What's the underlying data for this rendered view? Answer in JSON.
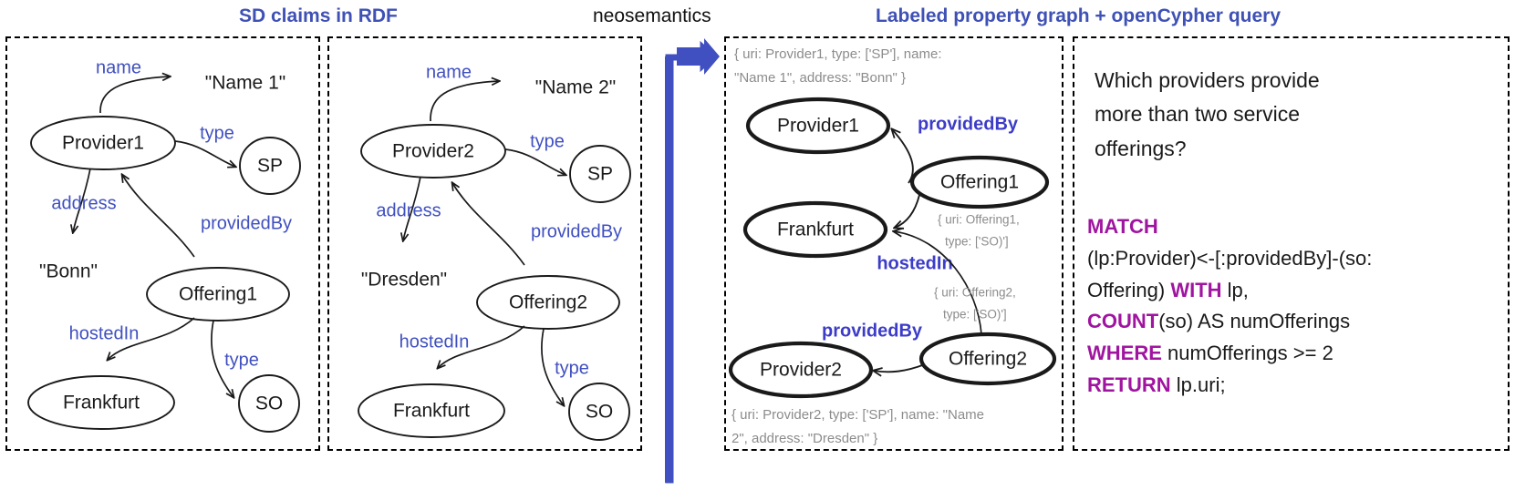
{
  "titles": {
    "left": "SD claims in RDF",
    "middle": "neosemantics",
    "right": "Labeled property graph + openCypher query"
  },
  "colors": {
    "title_blue": "#3f51b5",
    "edge_label_blue": "#4050c0",
    "keyword_purple": "#a015a0",
    "property_grey": "#8c8c8c",
    "arrow_blue": "#4050c0"
  },
  "rdf_panel_1": {
    "nodes": {
      "provider": "Provider1",
      "name_literal": "\"Name 1\"",
      "type_class": "SP",
      "address_literal": "\"Bonn\"",
      "offering": "Offering1",
      "city": "Frankfurt",
      "offering_class": "SO"
    },
    "edges": {
      "name": "name",
      "type": "type",
      "address": "address",
      "providedBy": "providedBy",
      "hostedIn": "hostedIn",
      "offering_type": "type"
    }
  },
  "rdf_panel_2": {
    "nodes": {
      "provider": "Provider2",
      "name_literal": "\"Name 2\"",
      "type_class": "SP",
      "address_literal": "\"Dresden\"",
      "offering": "Offering2",
      "city": "Frankfurt",
      "offering_class": "SO"
    },
    "edges": {
      "name": "name",
      "type": "type",
      "address": "address",
      "providedBy": "providedBy",
      "hostedIn": "hostedIn",
      "offering_type": "type"
    }
  },
  "lpg_panel": {
    "nodes": {
      "provider1": "Provider1",
      "offering1": "Offering1",
      "frankfurt": "Frankfurt",
      "provider2": "Provider2",
      "offering2": "Offering2"
    },
    "relationships": {
      "providedBy_1": "providedBy",
      "hostedIn": "hostedIn",
      "providedBy_2": "providedBy"
    },
    "properties": {
      "provider1_line1": "{ uri: Provider1, type: ['SP'], name:",
      "provider1_line2": "\"Name 1\", address: \"Bonn\" }",
      "offering1_line1": "{ uri: Offering1,",
      "offering1_line2": "type: ['SO)']",
      "offering2_line1": "{ uri: Offering2,",
      "offering2_line2": "type: ['SO)']",
      "provider2_line1": "{ uri: Provider2, type: ['SP'], name: \"Name",
      "provider2_line2": "2\", address: \"Dresden\" }"
    }
  },
  "query_panel": {
    "question": "Which providers provide more than two service offerings?",
    "query_lines": [
      {
        "keyword": "MATCH",
        "rest": ""
      },
      {
        "keyword": "",
        "rest": "(lp:Provider)<-[:providedBy]-(so:"
      },
      {
        "keyword": "",
        "rest": "Offering) ",
        "keyword2": "WITH",
        "rest2": " lp,"
      },
      {
        "keyword": "COUNT",
        "rest": "(so) AS numOfferings"
      },
      {
        "keyword": "WHERE",
        "rest": " numOfferings >= 2"
      },
      {
        "keyword": "RETURN",
        "rest": " lp.uri;"
      }
    ],
    "q_line1": "Which providers provide",
    "q_line2": "more than two service",
    "q_line3": "offerings?",
    "l1_kw": "MATCH",
    "l2_text": "(lp:Provider)<-[:providedBy]-(so:",
    "l3_a": "Offering) ",
    "l3_kw": "WITH",
    "l3_b": " lp,",
    "l4_kw": "COUNT",
    "l4_text": "(so) AS numOfferings",
    "l5_kw": "WHERE",
    "l5_text": " numOfferings >= 2",
    "l6_kw": "RETURN",
    "l6_text": " lp.uri;"
  },
  "flow_arrow": {
    "name": "neosemantics-conversion-arrow",
    "direction": "up-then-right"
  }
}
